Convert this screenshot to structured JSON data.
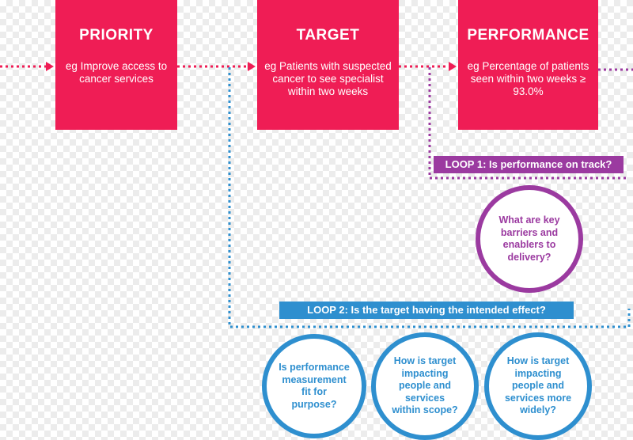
{
  "boxes": [
    {
      "title": "PRIORITY",
      "desc": "eg Improve access to cancer services"
    },
    {
      "title": "TARGET",
      "desc": "eg Patients with suspected cancer to see specialist within two weeks"
    },
    {
      "title": "PERFORMANCE",
      "desc": "eg Percentage of patients seen within two weeks ≥ 93.0%"
    }
  ],
  "loops": {
    "loop1": "LOOP 1: Is performance on track?",
    "loop2": "LOOP 2: Is the target having the intended effect?"
  },
  "questions": {
    "q1": "What are key barriers and enablers to delivery?",
    "q2": "Is performance measurement fit for purpose?",
    "q3": "How is target impacting people and services within scope?",
    "q4": "How is target impacting people and services more widely?"
  },
  "colors": {
    "box": "#ef1d55",
    "loop1": "#9b3aa0",
    "loop2": "#2e8fcf"
  }
}
